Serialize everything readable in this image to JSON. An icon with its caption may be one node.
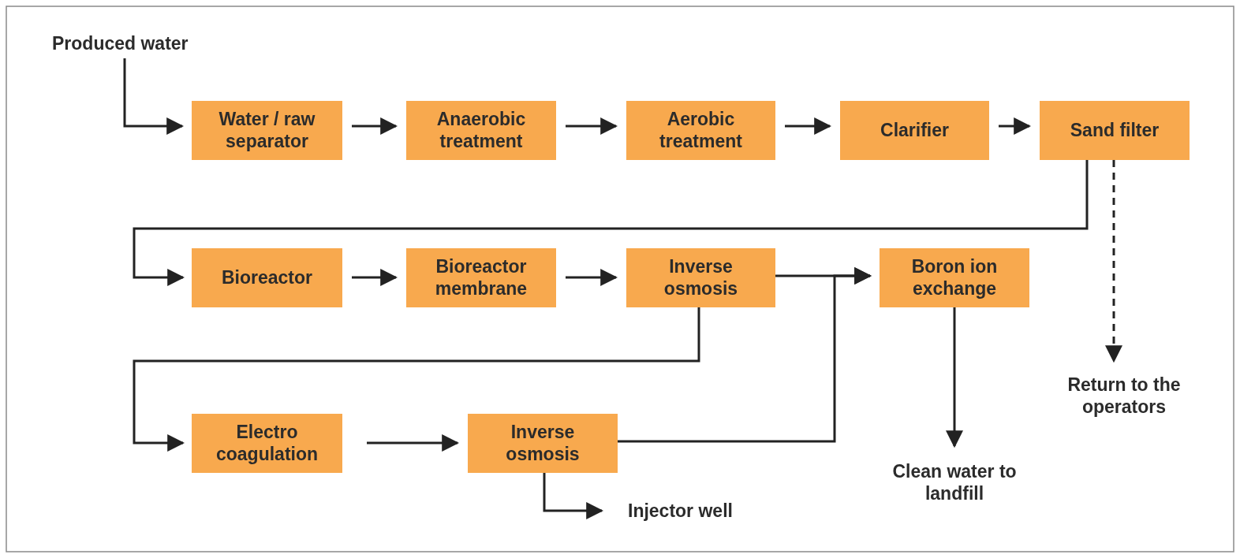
{
  "diagram": {
    "nodes": [
      {
        "text": [
          "Produced water"
        ]
      },
      {
        "text": [
          "Water / raw separator"
        ]
      },
      {
        "text": [
          "Anaerobic treatment"
        ]
      },
      {
        "text": [
          "Aerobic treatment"
        ]
      },
      {
        "text": [
          "Clarifier"
        ]
      },
      {
        "text": [
          "Sand filter"
        ]
      },
      {
        "text": [
          "Bioreactor"
        ]
      },
      {
        "text": [
          "Bioreactor membrane"
        ]
      },
      {
        "text": [
          "Inverse osmosis"
        ]
      },
      {
        "text": [
          "Boron ion exchange"
        ]
      },
      {
        "text": [
          "Return to the operators"
        ]
      },
      {
        "text": [
          "Electro coagulation"
        ]
      },
      {
        "text": [
          "Inverse osmosis"
        ]
      },
      {
        "text": [
          "Injector well"
        ]
      },
      {
        "text": [
          "Clean water to landfill"
        ]
      }
    ],
    "edges": [
      {
        "from": 0,
        "to": 1,
        "arrow": "to"
      },
      {
        "from": 1,
        "to": 2,
        "arrow": "to"
      },
      {
        "from": 2,
        "to": 3,
        "arrow": "to"
      },
      {
        "from": 3,
        "to": 4,
        "arrow": "to"
      },
      {
        "from": 4,
        "to": 5,
        "arrow": "to"
      },
      {
        "from": 5,
        "to": 6,
        "arrow": "to"
      },
      {
        "from": 5,
        "to": 10,
        "arrow": "to",
        "style": "dashed"
      },
      {
        "from": 6,
        "to": 7,
        "arrow": "to"
      },
      {
        "from": 7,
        "to": 8,
        "arrow": "to"
      },
      {
        "from": 8,
        "to": 9,
        "arrow": "to"
      },
      {
        "from": 8,
        "to": 11,
        "arrow": "to"
      },
      {
        "from": 11,
        "to": 12,
        "arrow": "to"
      },
      {
        "from": 12,
        "to": 9,
        "arrow": "to"
      },
      {
        "from": 12,
        "to": 13,
        "arrow": "to"
      },
      {
        "from": 9,
        "to": 14,
        "arrow": "to"
      }
    ]
  }
}
